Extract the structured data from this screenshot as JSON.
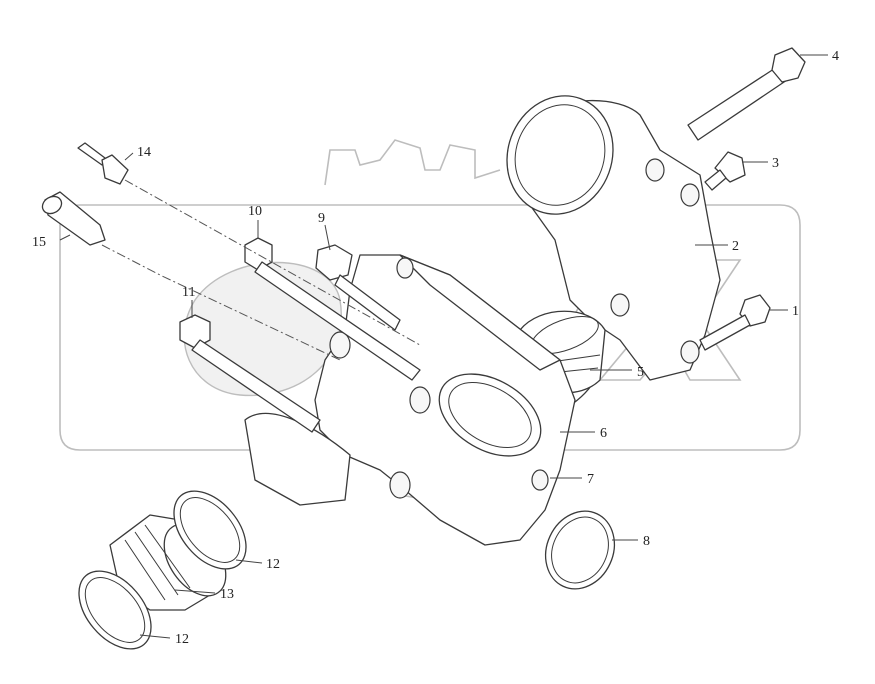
{
  "callouts": [
    {
      "id": "c1",
      "label": "1"
    },
    {
      "id": "c2",
      "label": "2"
    },
    {
      "id": "c3",
      "label": "3"
    },
    {
      "id": "c4",
      "label": "4"
    },
    {
      "id": "c5",
      "label": "5"
    },
    {
      "id": "c6",
      "label": "6"
    },
    {
      "id": "c7",
      "label": "7"
    },
    {
      "id": "c8",
      "label": "8"
    },
    {
      "id": "c9",
      "label": "9"
    },
    {
      "id": "c10",
      "label": "10"
    },
    {
      "id": "c11",
      "label": "11"
    },
    {
      "id": "c12a",
      "label": "12"
    },
    {
      "id": "c12b",
      "label": "12"
    },
    {
      "id": "c13",
      "label": "13"
    },
    {
      "id": "c14",
      "label": "14"
    },
    {
      "id": "c15",
      "label": "15"
    }
  ]
}
